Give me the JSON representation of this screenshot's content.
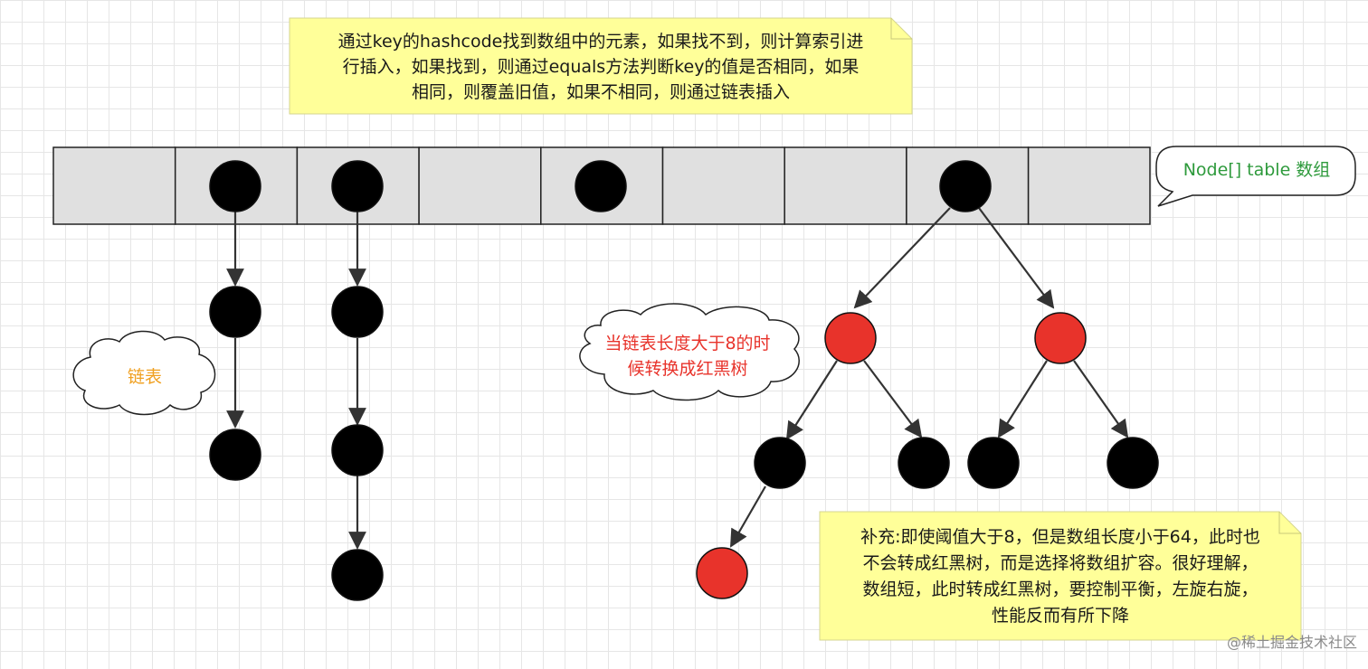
{
  "notes": {
    "top": [
      "通过key的hashcode找到数组中的元素，如果找不到，则计算索引进",
      "行插入，如果找到，则通过equals方法判断key的值是否相同，如果",
      "相同，则覆盖旧值，如果不相同，则通过链表插入"
    ],
    "bottom": [
      "补充:即使阈值大于8，但是数组长度小于64，此时也",
      "不会转成红黑树，而是选择将数组扩容。很好理解，",
      "数组短，此时转成红黑树，要控制平衡，左旋右旋，",
      "性能反而有所下降"
    ]
  },
  "clouds": {
    "linked_list": "链表",
    "tree": [
      "当链表长度大于8的时",
      "候转换成红黑树"
    ]
  },
  "table_label": "Node[] table 数组",
  "watermark": "@稀土掘金技术社区",
  "colors": {
    "note_fill": "#ffff99",
    "cell_fill": "#e0e0e0",
    "node_black": "#000000",
    "node_red": "#e8332b",
    "list_text": "#f0a020",
    "tree_text": "#e8332b",
    "label_text": "#2e9a3c"
  }
}
